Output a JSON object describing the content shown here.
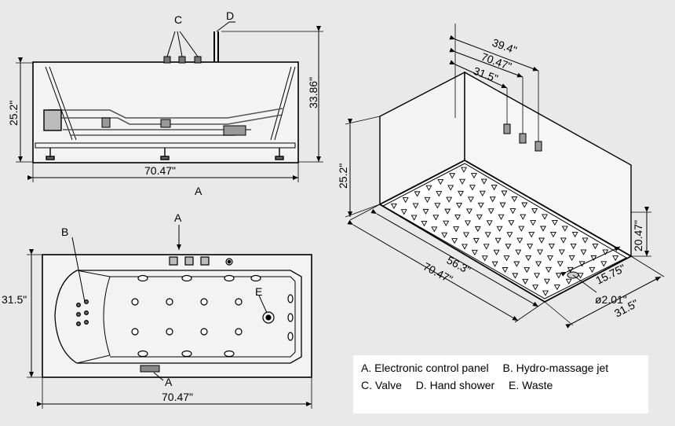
{
  "views": {
    "side": {
      "labels": {
        "c": "C",
        "d": "D",
        "view_letter": "A"
      },
      "dims": {
        "height": "25.2\"",
        "overall_height": "33.86\"",
        "length": "70.47\""
      }
    },
    "top": {
      "labels": {
        "a": "A",
        "b": "B",
        "e": "E",
        "a_bottom": "A"
      },
      "dims": {
        "width": "31.5\"",
        "length": "70.47\""
      }
    },
    "iso": {
      "dims": {
        "d1": "39.4\"",
        "d2": "70.47\"",
        "d3": "31.5\"",
        "height": "25.2\"",
        "inner_height": "20.47\"",
        "inner_length": "56.3\"",
        "length": "70.47\"",
        "inner_width": "15.75\"",
        "drain": "ø2.01\"",
        "width": "31.5\""
      }
    }
  },
  "legend": {
    "line1": [
      "A. Electronic control panel",
      "B. Hydro-massage jet"
    ],
    "line2": [
      "C. Valve",
      "D. Hand shower",
      "E. Waste"
    ]
  }
}
